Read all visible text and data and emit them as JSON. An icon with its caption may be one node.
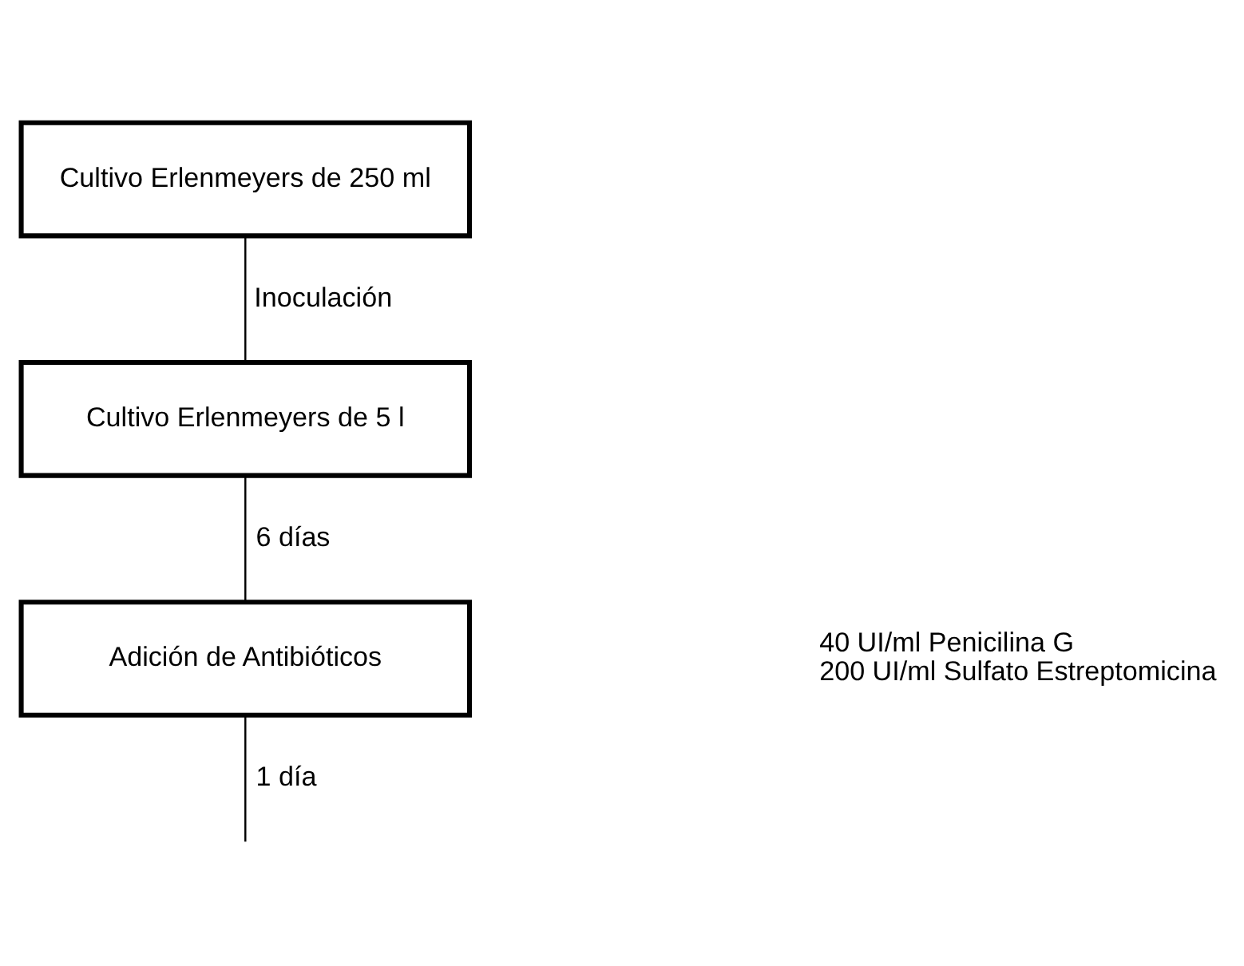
{
  "diagram": {
    "nodes": [
      {
        "text": [
          "Cultivo Erlenmeyers de 250 ml"
        ]
      },
      {
        "text": [
          "Cultivo Erlenmeyers de 5 l"
        ]
      },
      {
        "text": [
          "Adición de Antibióticos"
        ],
        "beside": [
          "40 UI/ml Penicilina G",
          "200 UI/ml Sulfato Estreptomicina"
        ]
      }
    ],
    "edges": [
      {
        "from": 0,
        "to": 1,
        "arrow": "none",
        "label": "Inoculación"
      },
      {
        "from": 1,
        "to": 2,
        "arrow": "none",
        "label": "6 días"
      },
      {
        "from": 2,
        "to": null,
        "arrow": "none",
        "label": "1 día"
      }
    ]
  }
}
